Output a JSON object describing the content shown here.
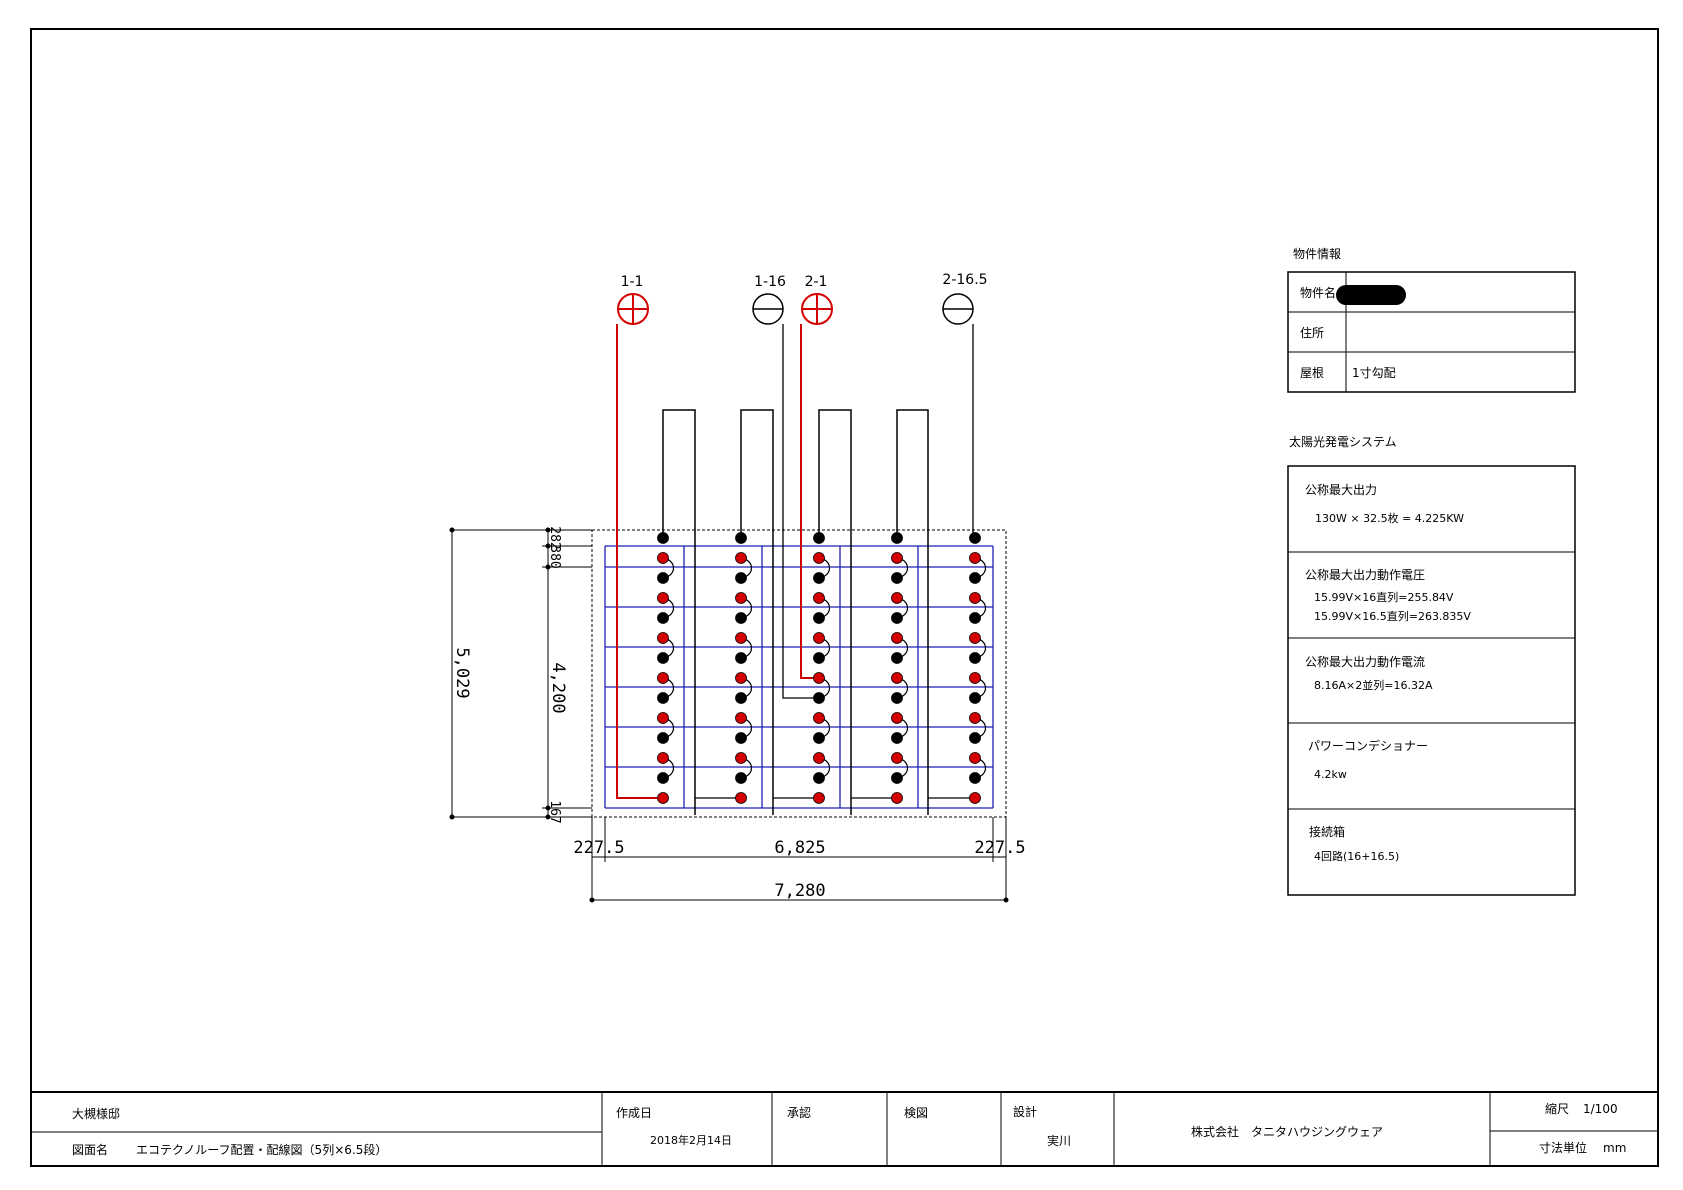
{
  "drawing": {
    "terminals": [
      {
        "label": "1-1",
        "polarity": "plus"
      },
      {
        "label": "1-16",
        "polarity": "minus"
      },
      {
        "label": "2-1",
        "polarity": "plus"
      },
      {
        "label": "2-16.5",
        "polarity": "minus"
      }
    ],
    "dimensions": {
      "height_total": "5,029",
      "height_modules": "4,200",
      "top_a": "282",
      "top_b": "380",
      "bottom": "167",
      "margin_left": "227.5",
      "modules_width": "6,825",
      "margin_right": "227.5",
      "width_total": "7,280"
    },
    "colors": {
      "grid": "#1f1fb4",
      "positive": "#d40000",
      "negative": "#000000",
      "wire_red": "#cc0000"
    }
  },
  "property_info": {
    "heading": "物件情報",
    "rows": [
      {
        "label": "物件名",
        "value": ""
      },
      {
        "label": "住所",
        "value": ""
      },
      {
        "label": "屋根",
        "value": "1寸勾配"
      }
    ]
  },
  "pv_system": {
    "heading": "太陽光発電システム",
    "sections": [
      {
        "title": "公称最大出力",
        "lines": [
          "130W × 32.5枚 = 4.225KW"
        ]
      },
      {
        "title": "公称最大出力動作電圧",
        "lines": [
          "15.99V×16直列=255.84V",
          "15.99V×16.5直列=263.835V"
        ]
      },
      {
        "title": "公称最大出力動作電流",
        "lines": [
          "8.16A×2並列=16.32A"
        ]
      },
      {
        "title": "パワーコンデショナー",
        "lines": [
          "4.2kw"
        ]
      },
      {
        "title": "接続箱",
        "lines": [
          "4回路(16+16.5)"
        ]
      }
    ]
  },
  "title_block": {
    "client": "大槻様邸",
    "drawing_name_label": "図面名",
    "drawing_name": "エコテクノルーフ配置・配線図（5列×6.5段）",
    "created_label": "作成日",
    "created_date": "2018年2月14日",
    "approved_label": "承認",
    "checked_label": "検図",
    "design_label": "設計",
    "designer": "実川",
    "company": "株式会社　タニタハウジングウェア",
    "scale_label": "縮尺",
    "scale_value": "1/100",
    "unit_label": "寸法単位",
    "unit_value": "mm"
  }
}
